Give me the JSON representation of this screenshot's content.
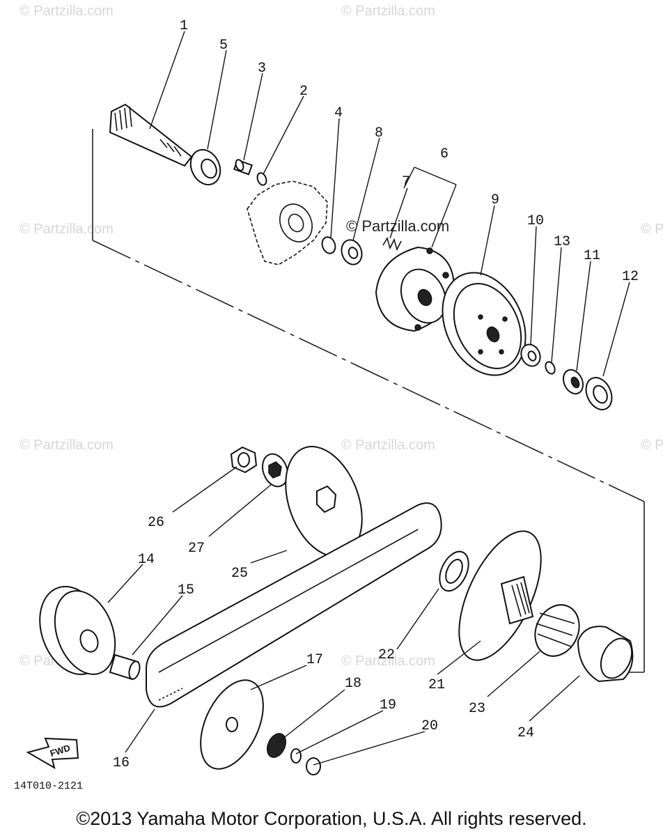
{
  "watermarks": [
    {
      "text": "© Partzilla.com"
    },
    {
      "text": "© Partzilla.com"
    },
    {
      "text": "© Partzilla.com"
    },
    {
      "text": "© Partzilla.com"
    },
    {
      "text": "© Partzilla.com"
    },
    {
      "text": "© Partzilla.com"
    },
    {
      "text": "© Partzilla.com"
    },
    {
      "text": "© Partzilla.com"
    },
    {
      "text": "© Partzilla.com"
    }
  ],
  "center_watermark": "© Partzilla.com",
  "callouts": [
    "1",
    "5",
    "3",
    "2",
    "4",
    "8",
    "6",
    "7",
    "9",
    "10",
    "13",
    "11",
    "12",
    "26",
    "27",
    "25",
    "14",
    "15",
    "17",
    "18",
    "19",
    "20",
    "16",
    "22",
    "21",
    "23",
    "24"
  ],
  "fwd_label": "FWD",
  "diagram_code": "14T010-2121",
  "copyright": "©2013 Yamaha Motor Corporation, U.S.A. All rights reserved."
}
